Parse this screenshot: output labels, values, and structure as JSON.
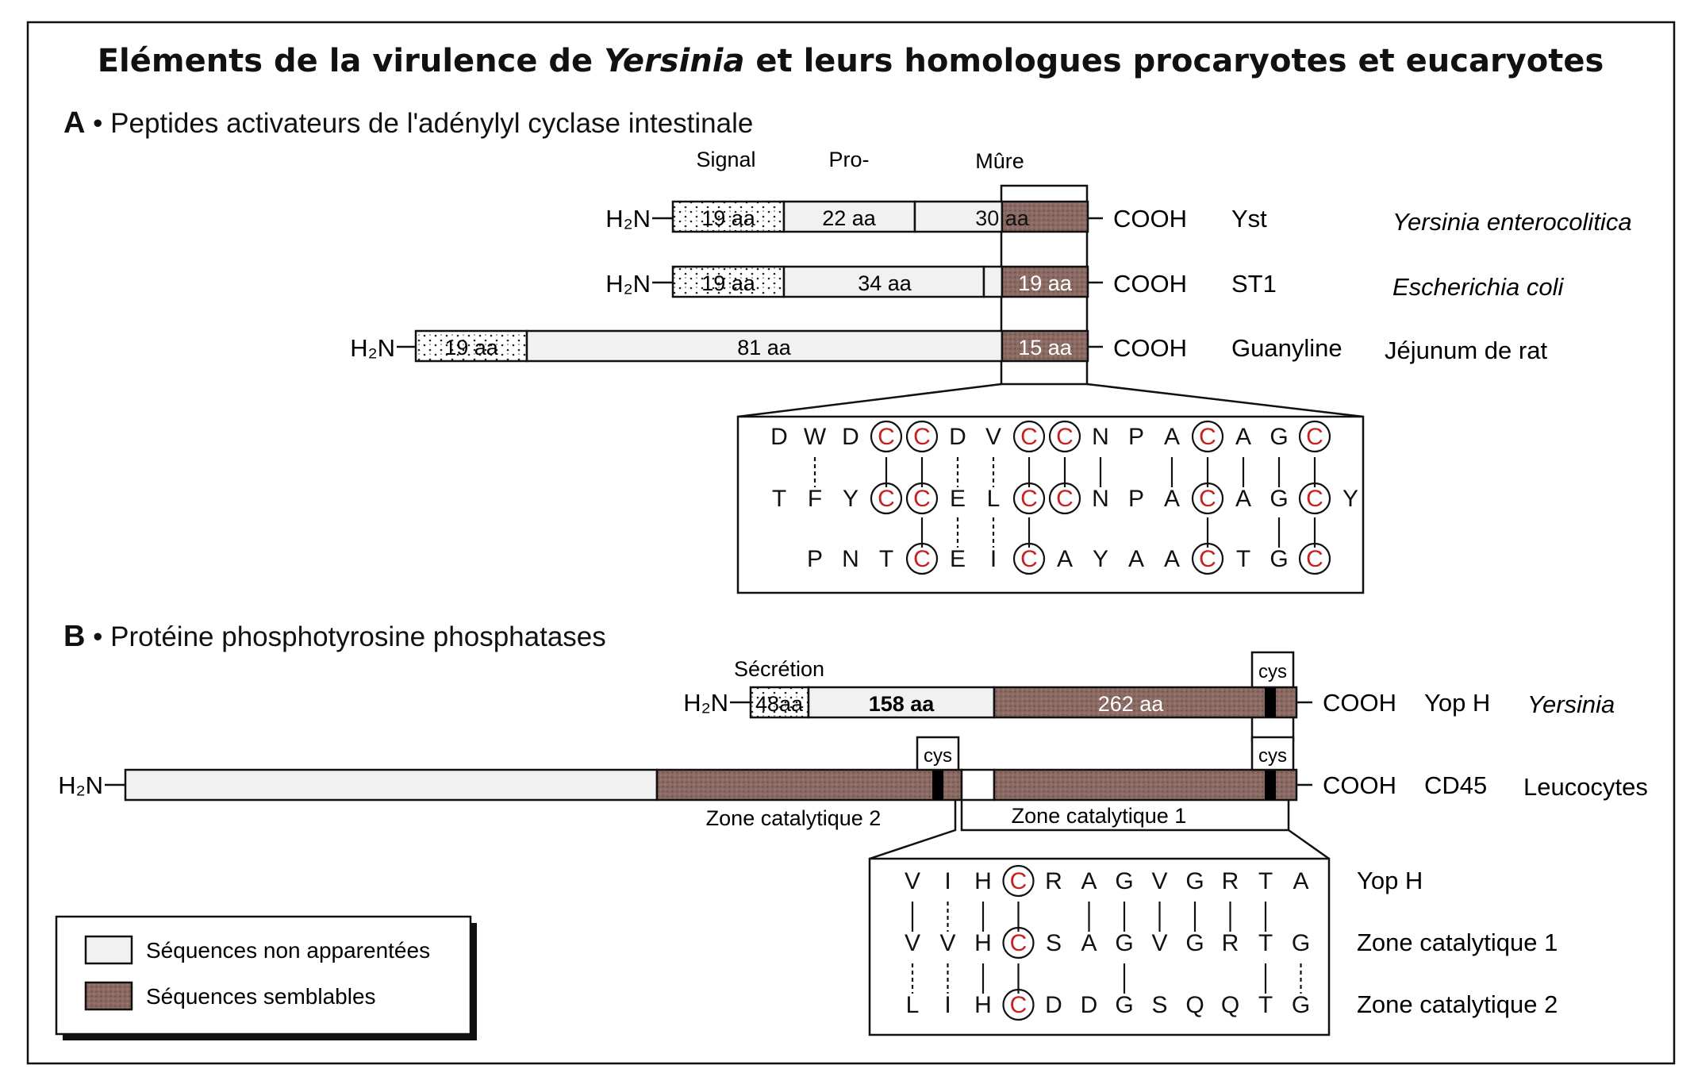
{
  "title": {
    "part1": "Eléments de la virulence de ",
    "italic": "Yersinia",
    "part2": " et leurs homologues procaryotes et eucaryotes"
  },
  "colors": {
    "similar": "#8a6a63",
    "unrelated": "#f1f1f1",
    "cysteine": "#c8201e",
    "ink": "#111111"
  },
  "sectionA": {
    "letter": "A",
    "heading": " • Peptides activateurs de l'adénylyl cyclase intestinale",
    "headers": {
      "signal": "Signal",
      "pro": "Pro-",
      "mature": "Mûre"
    },
    "nterm_label": "H₂N",
    "cterm_label": "COOH",
    "peptides": [
      {
        "name": "Yst",
        "organism": "Yersinia enterocolitica",
        "signal": "19 aa",
        "pro": "22 aa",
        "mid": "30 aa"
      },
      {
        "name": "ST1",
        "organism": "Escherichia coli",
        "signal": "19 aa",
        "pro": "34 aa",
        "mature": "19 aa"
      },
      {
        "name": "Guanyline",
        "organism": "Jéjunum de rat",
        "signal": "19 aa",
        "pro": "81 aa",
        "mature": "15 aa"
      }
    ],
    "alignment": {
      "rows": [
        [
          "D",
          "W",
          "D",
          "C",
          "C",
          "D",
          "V",
          "C",
          "C",
          "N",
          "P",
          "A",
          "C",
          "A",
          "G",
          "C"
        ],
        [
          "T",
          "F",
          "Y",
          "C",
          "C",
          "E",
          "L",
          "C",
          "C",
          "N",
          "P",
          "A",
          "C",
          "A",
          "G",
          "C",
          "Y"
        ],
        [
          "P",
          "N",
          "T",
          "C",
          "E",
          "I",
          "C",
          "A",
          "Y",
          "A",
          "A",
          "C",
          "T",
          "G",
          "C"
        ]
      ]
    }
  },
  "sectionB": {
    "letter": "B",
    "heading": " • Protéine phosphotyrosine phosphatases",
    "secretion_label": "Sécrétion",
    "cys_label": "cys",
    "nterm_label": "H₂N",
    "cterm_label": "COOH",
    "yoph": {
      "name": "Yop H",
      "organism": "Yersinia",
      "signal": "48aa",
      "pro": "158 aa",
      "similar": "262 aa"
    },
    "cd45": {
      "name": "CD45",
      "organism": "Leucocytes",
      "zone2": "Zone catalytique 2",
      "zone1": "Zone catalytique 1"
    },
    "alignment": {
      "rows": [
        {
          "label": "Yop H",
          "residues": [
            "V",
            "I",
            "H",
            "C",
            "R",
            "A",
            "G",
            "V",
            "G",
            "R",
            "T",
            "A"
          ]
        },
        {
          "label": "Zone catalytique 1",
          "residues": [
            "V",
            "V",
            "H",
            "C",
            "S",
            "A",
            "G",
            "V",
            "G",
            "R",
            "T",
            "G"
          ]
        },
        {
          "label": "Zone catalytique 2",
          "residues": [
            "L",
            "I",
            "H",
            "C",
            "D",
            "D",
            "G",
            "S",
            "Q",
            "Q",
            "T",
            "G"
          ]
        }
      ]
    }
  },
  "legend": {
    "items": [
      {
        "kind": "unrelated",
        "label": "Séquences non apparentées"
      },
      {
        "kind": "similar",
        "label": "Séquences semblables"
      }
    ]
  }
}
